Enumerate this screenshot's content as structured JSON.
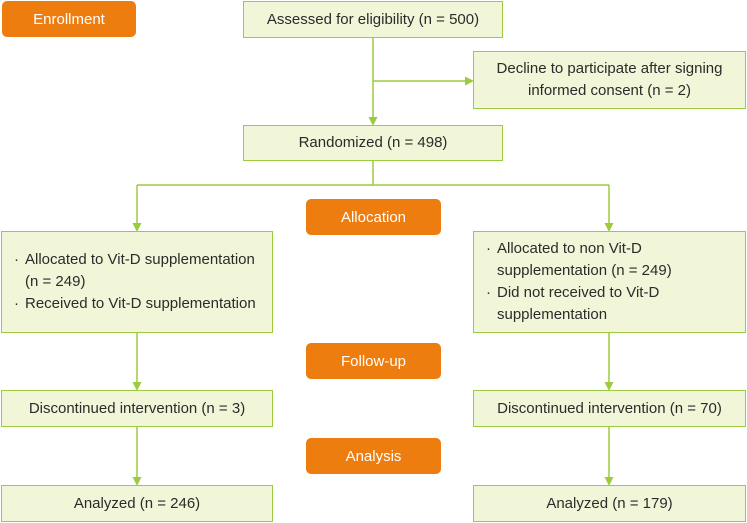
{
  "stages": {
    "enrollment": "Enrollment",
    "allocation": "Allocation",
    "follow_up": "Follow-up",
    "analysis": "Analysis"
  },
  "boxes": {
    "assessed": "Assessed for eligibility (n = 500)",
    "declined": "Decline to participate after signing informed consent (n = 2)",
    "randomized": "Randomized (n = 498)",
    "left_allocation": [
      "Allocated to Vit-D supplementation (n = 249)",
      "Received to Vit-D supplementation"
    ],
    "right_allocation": [
      "Allocated to non Vit-D supplementation (n = 249)",
      "Did not received to Vit-D supplementation"
    ],
    "left_discontinued": "Discontinued intervention (n = 3)",
    "right_discontinued": "Discontinued intervention (n = 70)",
    "left_analyzed": "Analyzed (n = 246)",
    "right_analyzed": "Analyzed (n = 179)"
  },
  "colors": {
    "stage_fill": "#ee7d0f",
    "box_fill": "#f1f6d8",
    "box_border": "#9ccc3d",
    "connector": "#9ccc3d"
  }
}
